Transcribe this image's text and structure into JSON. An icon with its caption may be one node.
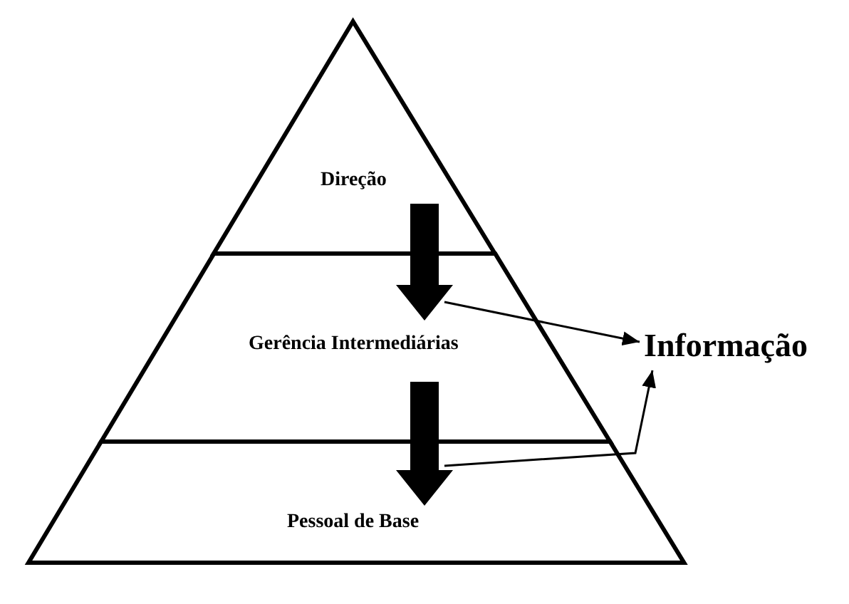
{
  "diagram": {
    "nodes": [
      {
        "text": [
          "Direção"
        ]
      },
      {
        "text": [
          "Gerência Intermediárias"
        ]
      },
      {
        "text": [
          "Pessoal de Base"
        ]
      },
      {
        "text": [
          "Informação"
        ]
      }
    ],
    "edges": [
      {
        "from": 0,
        "to": 1,
        "arrow": "to",
        "style": "thick"
      },
      {
        "from": 1,
        "to": 2,
        "arrow": "to",
        "style": "thick"
      },
      {
        "from": 1,
        "to": 3,
        "arrow": "to"
      },
      {
        "from": 2,
        "to": 3,
        "arrow": "to"
      }
    ]
  }
}
